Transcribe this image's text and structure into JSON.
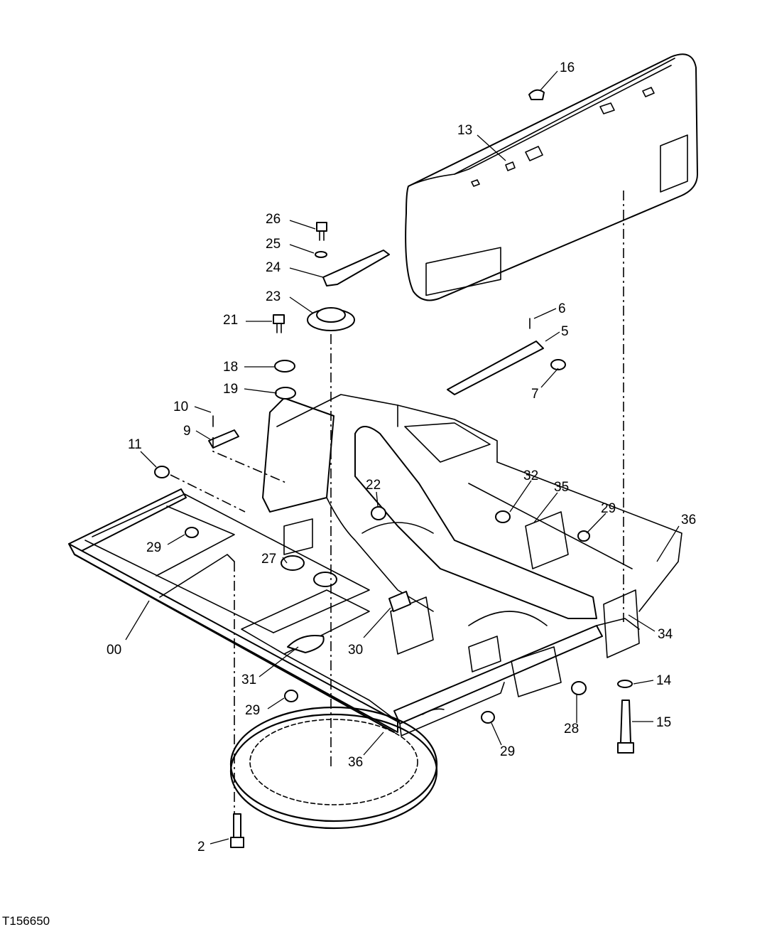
{
  "figure_code": "T156650",
  "callouts": [
    {
      "id": "c16",
      "text": "16"
    },
    {
      "id": "c13",
      "text": "13"
    },
    {
      "id": "c26",
      "text": "26"
    },
    {
      "id": "c25",
      "text": "25"
    },
    {
      "id": "c24",
      "text": "24"
    },
    {
      "id": "c23",
      "text": "23"
    },
    {
      "id": "c21",
      "text": "21"
    },
    {
      "id": "c6",
      "text": "6"
    },
    {
      "id": "c5",
      "text": "5"
    },
    {
      "id": "c7",
      "text": "7"
    },
    {
      "id": "c18",
      "text": "18"
    },
    {
      "id": "c19",
      "text": "19"
    },
    {
      "id": "c10",
      "text": "10"
    },
    {
      "id": "c9",
      "text": "9"
    },
    {
      "id": "c11",
      "text": "11"
    },
    {
      "id": "c22",
      "text": "22"
    },
    {
      "id": "c32",
      "text": "32"
    },
    {
      "id": "c35",
      "text": "35"
    },
    {
      "id": "c29a",
      "text": "29"
    },
    {
      "id": "c36a",
      "text": "36"
    },
    {
      "id": "c29b",
      "text": "29"
    },
    {
      "id": "c27",
      "text": "27"
    },
    {
      "id": "c00",
      "text": "00"
    },
    {
      "id": "c30",
      "text": "30"
    },
    {
      "id": "c34",
      "text": "34"
    },
    {
      "id": "c31",
      "text": "31"
    },
    {
      "id": "c14",
      "text": "14"
    },
    {
      "id": "c29c",
      "text": "29"
    },
    {
      "id": "c28",
      "text": "28"
    },
    {
      "id": "c15",
      "text": "15"
    },
    {
      "id": "c36b",
      "text": "36"
    },
    {
      "id": "c29d",
      "text": "29"
    },
    {
      "id": "c2",
      "text": "2"
    }
  ]
}
